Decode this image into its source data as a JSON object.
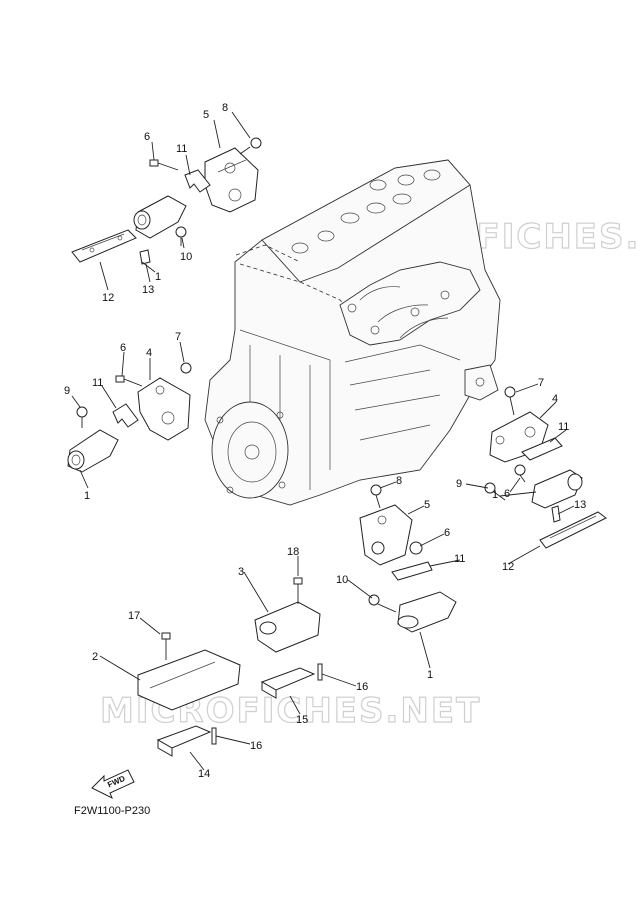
{
  "diagram_code": "F2W1100-P230",
  "fwd_label": "FWD",
  "watermark": "MICROFICHES.NET",
  "callouts": [
    {
      "label": "8"
    },
    {
      "label": "5"
    },
    {
      "label": "6"
    },
    {
      "label": "11"
    },
    {
      "label": "1"
    },
    {
      "label": "10"
    },
    {
      "label": "12"
    },
    {
      "label": "13"
    },
    {
      "label": "6"
    },
    {
      "label": "4"
    },
    {
      "label": "7"
    },
    {
      "label": "9"
    },
    {
      "label": "11"
    },
    {
      "label": "1"
    },
    {
      "label": "7"
    },
    {
      "label": "4"
    },
    {
      "label": "11"
    },
    {
      "label": "8"
    },
    {
      "label": "9"
    },
    {
      "label": "6"
    },
    {
      "label": "5"
    },
    {
      "label": "6"
    },
    {
      "label": "1"
    },
    {
      "label": "13"
    },
    {
      "label": "12"
    },
    {
      "label": "11"
    },
    {
      "label": "10"
    },
    {
      "label": "1"
    },
    {
      "label": "18"
    },
    {
      "label": "3"
    },
    {
      "label": "17"
    },
    {
      "label": "2"
    },
    {
      "label": "16"
    },
    {
      "label": "15"
    },
    {
      "label": "16"
    },
    {
      "label": "14"
    }
  ]
}
